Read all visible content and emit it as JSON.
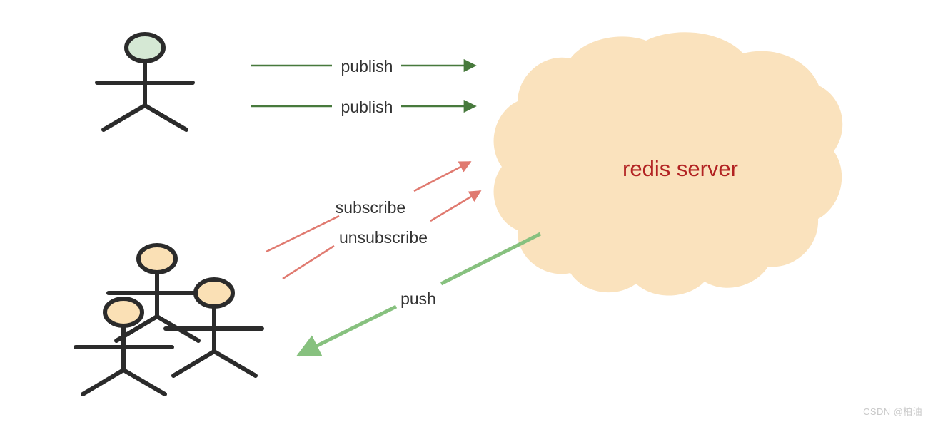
{
  "diagram": {
    "title": "redis publish subscribe diagram",
    "background": "#ffffff",
    "colors": {
      "cloud_fill": "#fae2bd",
      "cloud_text": "#b22222",
      "publish_arrow": "#47793c",
      "subscribe_arrow": "#e07a70",
      "push_arrow": "#87c17f",
      "stick_stroke": "#2b2b2b",
      "publisher_head_fill": "#d5e8d4",
      "subscriber_head_fill": "#fae0b5",
      "label_text": "#333333",
      "watermark_text": "#c9c9c9"
    },
    "nodes": {
      "publisher": {
        "name": "publisher-stick-figure",
        "head_fill": "#d5e8d4"
      },
      "subscribers": [
        {
          "name": "subscriber-stick-figure-1",
          "head_fill": "#fae0b5"
        },
        {
          "name": "subscriber-stick-figure-2",
          "head_fill": "#fae0b5"
        },
        {
          "name": "subscriber-stick-figure-3",
          "head_fill": "#fae0b5"
        }
      ],
      "server": {
        "name": "redis-server-cloud",
        "label": "redis server",
        "fill": "#fae2bd"
      }
    },
    "edges": [
      {
        "name": "publish-arrow-1",
        "label": "publish",
        "color": "#47793c",
        "direction": "publisher-to-server"
      },
      {
        "name": "publish-arrow-2",
        "label": "publish",
        "color": "#47793c",
        "direction": "publisher-to-server"
      },
      {
        "name": "subscribe-arrow",
        "label": "subscribe",
        "color": "#e07a70",
        "direction": "subscriber-to-server"
      },
      {
        "name": "unsubscribe-arrow",
        "label": "unsubscribe",
        "color": "#e07a70",
        "direction": "subscriber-to-server"
      },
      {
        "name": "push-arrow",
        "label": "push",
        "color": "#87c17f",
        "direction": "server-to-subscriber"
      }
    ]
  },
  "watermark": {
    "text": "CSDN @柏油"
  }
}
